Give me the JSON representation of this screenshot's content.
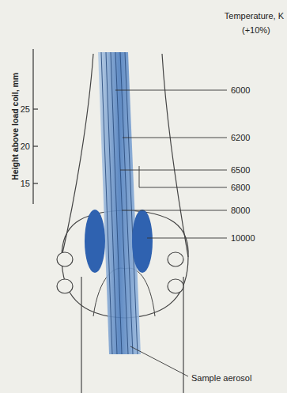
{
  "diagram": {
    "labels": [
      "Height above load coil, mm",
      "25",
      "20",
      "15",
      "Temperature, K",
      "(+10%)",
      "6000",
      "6200",
      "6500",
      "6800",
      "8000",
      "10000",
      "Sample aerosol"
    ]
  }
}
